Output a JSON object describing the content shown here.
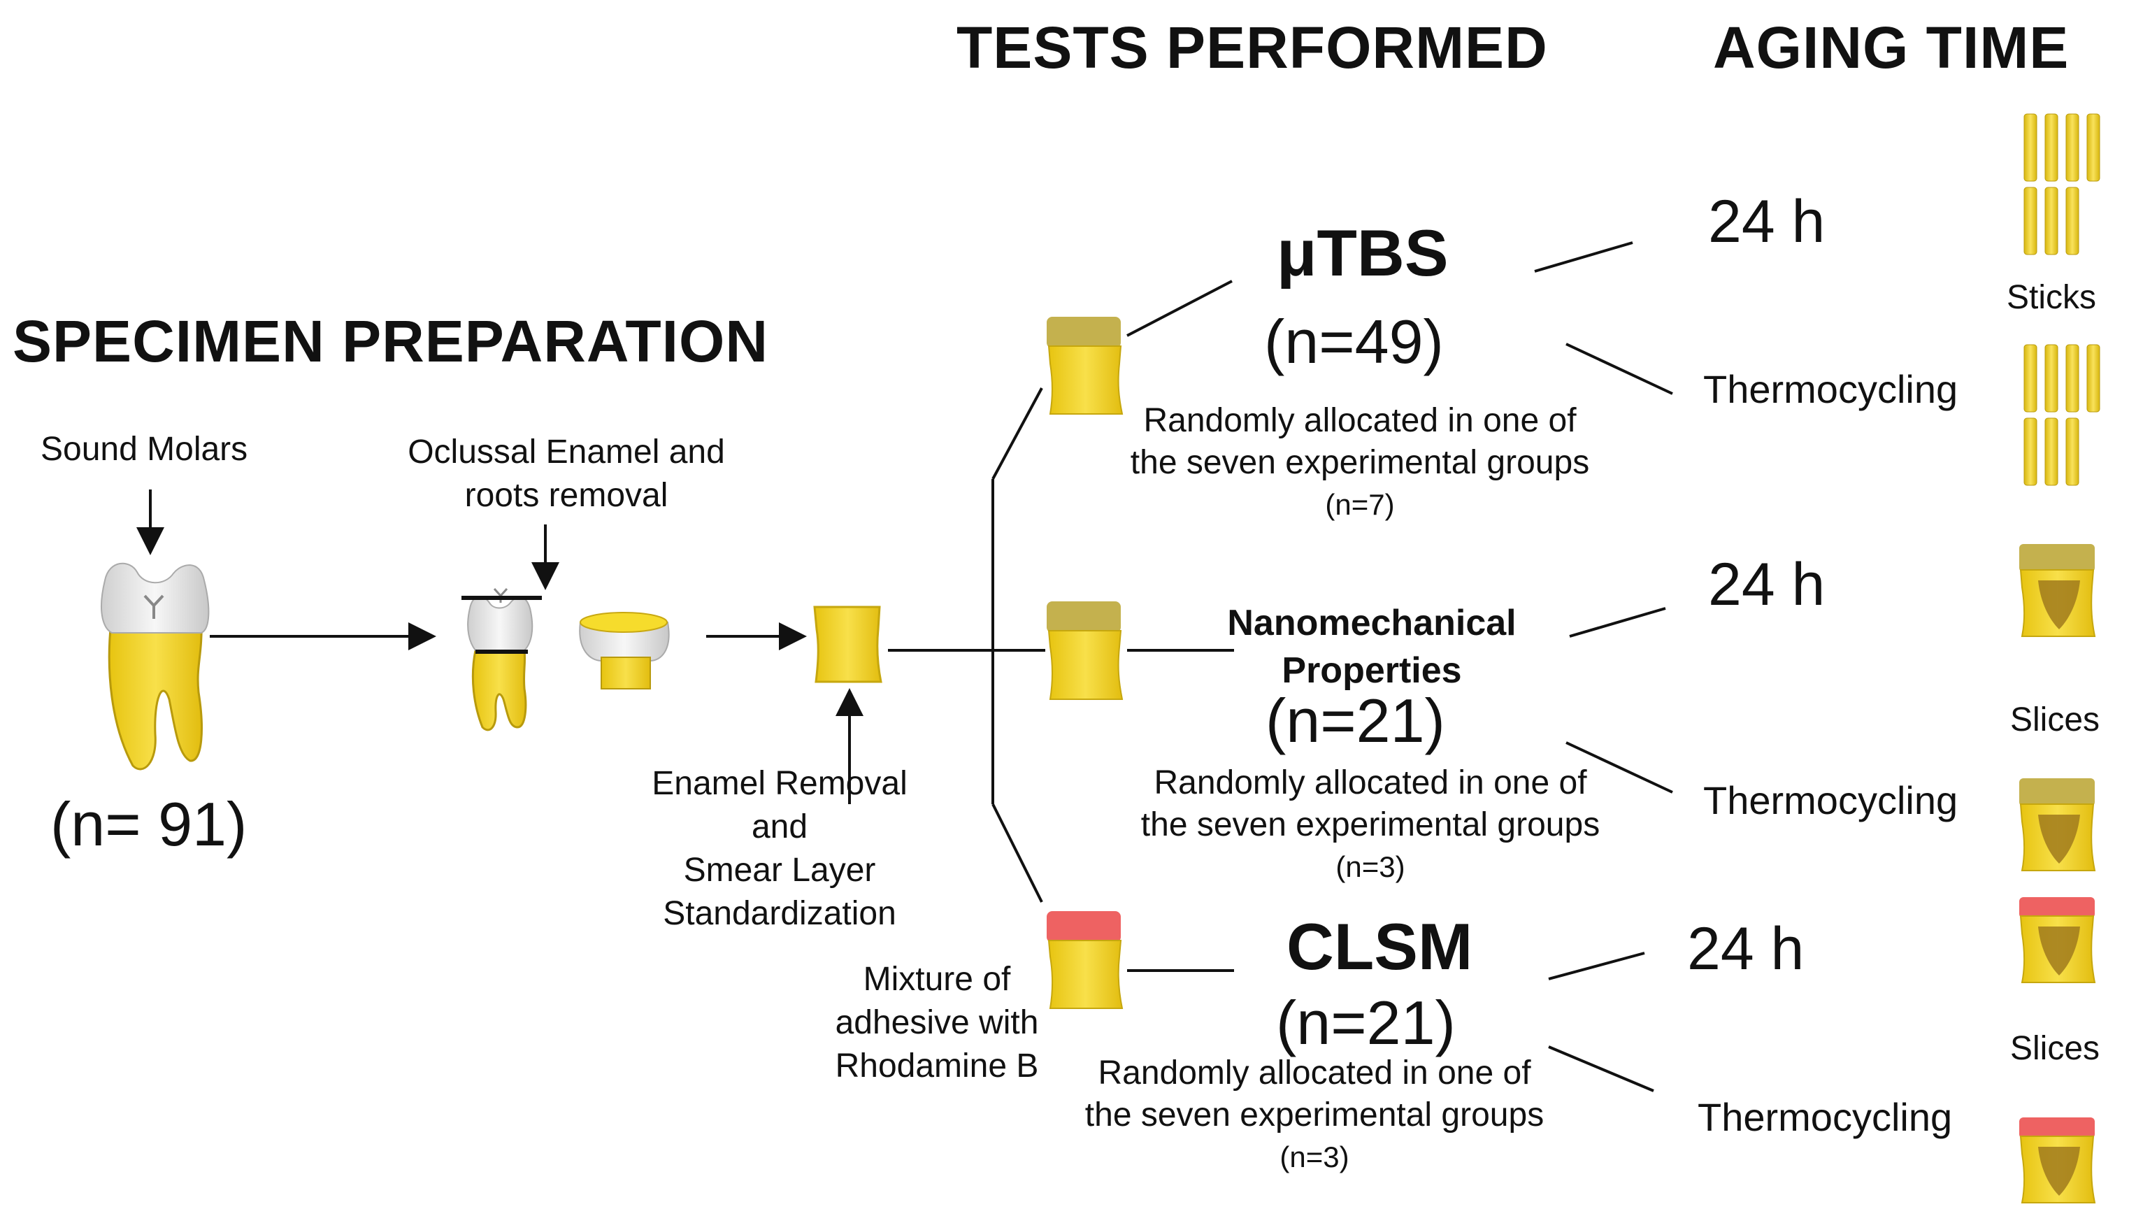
{
  "headers": {
    "specimen_preparation": "SPECIMEN PREPARATION",
    "tests_performed": "TESTS PERFORMED",
    "aging_time": "AGING TIME"
  },
  "preparation": {
    "sound_molars": "Sound Molars",
    "total_count": "(n= 91)",
    "occlusal_line1": "Oclussal Enamel and",
    "occlusal_line2": "roots removal",
    "enamel_removal_line1": "Enamel Removal",
    "enamel_removal_line2": "and",
    "enamel_removal_line3": "Smear Layer",
    "enamel_removal_line4": "Standardization",
    "mixture_line1": "Mixture of",
    "mixture_line2": "adhesive with",
    "mixture_line3": "Rhodamine B"
  },
  "tests": {
    "utbs": {
      "name": "μTBS",
      "count": "(n=49)",
      "alloc_line1": "Randomly allocated in one of",
      "alloc_line2": "the seven experimental groups",
      "group_n": "(n=7)"
    },
    "nano": {
      "name_line1": "Nanomechanical",
      "name_line2": "Properties",
      "count": "(n=21)",
      "alloc_line1": "Randomly allocated in one of",
      "alloc_line2": "the seven experimental groups",
      "group_n": "(n=3)"
    },
    "clsm": {
      "name": "CLSM",
      "count": "(n=21)",
      "alloc_line1": "Randomly allocated in one of",
      "alloc_line2": "the seven experimental groups",
      "group_n": "(n=3)"
    }
  },
  "aging": {
    "utbs_24h": "24 h",
    "utbs_thermo": "Thermocycling",
    "utbs_kind": "Sticks",
    "nano_24h": "24 h",
    "nano_thermo": "Thermocycling",
    "nano_kind": "Slices",
    "clsm_24h": "24 h",
    "clsm_thermo": "Thermocycling",
    "clsm_kind": "Slices"
  },
  "colors": {
    "dentin_yellow": "#f2d21e",
    "enamel_white": "#e2e2e2",
    "composite_khaki": "#c4b14e",
    "rhodamine_red": "#ee6262",
    "slice_brown": "#a07a1c"
  }
}
